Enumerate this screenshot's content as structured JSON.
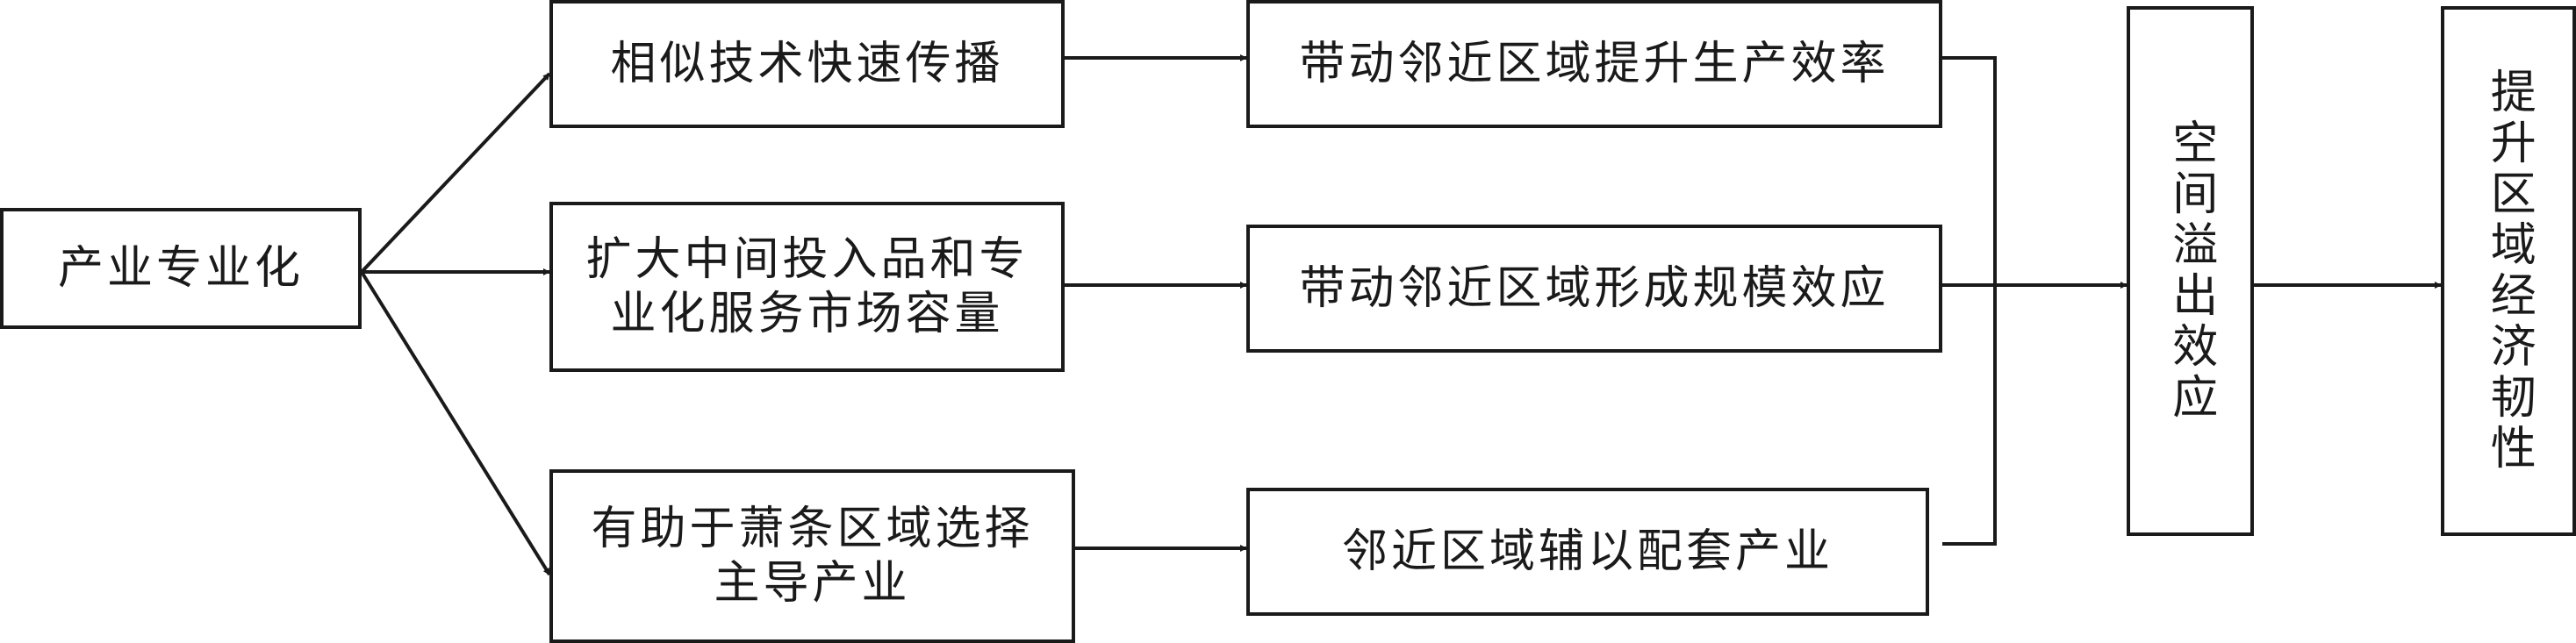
{
  "diagram": {
    "nodes": {
      "industry_specialization": "产业专业化",
      "tech_spread": "相似技术快速传播",
      "market_capacity_line1": "扩大中间投入品和专",
      "market_capacity_line2": "业化服务市场容量",
      "leading_industry_line1": "有助于萧条区域选择",
      "leading_industry_line2": "主导产业",
      "neighbor_productivity": "带动邻近区域提升生产效率",
      "neighbor_scale": "带动邻近区域形成规模效应",
      "neighbor_supporting": "邻近区域辅以配套产业",
      "spillover_effect": "空间溢出效应",
      "regional_resilience": "提升区域经济韧性"
    }
  }
}
